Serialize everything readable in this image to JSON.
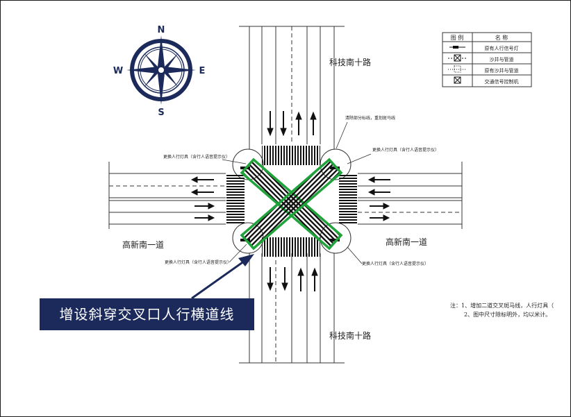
{
  "compass": {
    "north": "N",
    "south": "S",
    "east": "E",
    "west": "W"
  },
  "roads": {
    "north_label": "科技南十路",
    "south_label": "科技南十路",
    "west_label": "高新南一道",
    "east_label": "高新南一道"
  },
  "legend": {
    "header_symbol": "图 例",
    "header_name": "名 称",
    "rows": [
      {
        "symbol": "ped-signal-icon",
        "name": "原有人行信号灯"
      },
      {
        "symbol": "manhole-pipe-icon",
        "name": "沙井与管道"
      },
      {
        "symbol": "existing-manhole-icon",
        "name": "原有沙井与管道"
      },
      {
        "symbol": "signal-controller-icon",
        "name": "交通信号控制机"
      }
    ]
  },
  "annotations": {
    "remove_marking": "清除部分标线，重划斑马线",
    "replace_light_nw": "更换人行灯具（含行人语音提示仪）",
    "replace_light_ne": "更换人行灯具（含行人语音提示仪）",
    "replace_light_sw": "更换人行灯具（含行人语音提示仪）",
    "replace_light_se": "更换人行灯具（含行人语音提示仪）"
  },
  "notes": {
    "line1": "注：1、增加二道交叉斑马线，人行灯具（",
    "line2": "2、图中尺寸除标明外，均以米计。"
  },
  "callout": {
    "text": "增设斜穿交叉口人行横道线"
  },
  "colors": {
    "navy": "#1b2a5a",
    "green": "#1fa33a",
    "line": "#333333"
  }
}
